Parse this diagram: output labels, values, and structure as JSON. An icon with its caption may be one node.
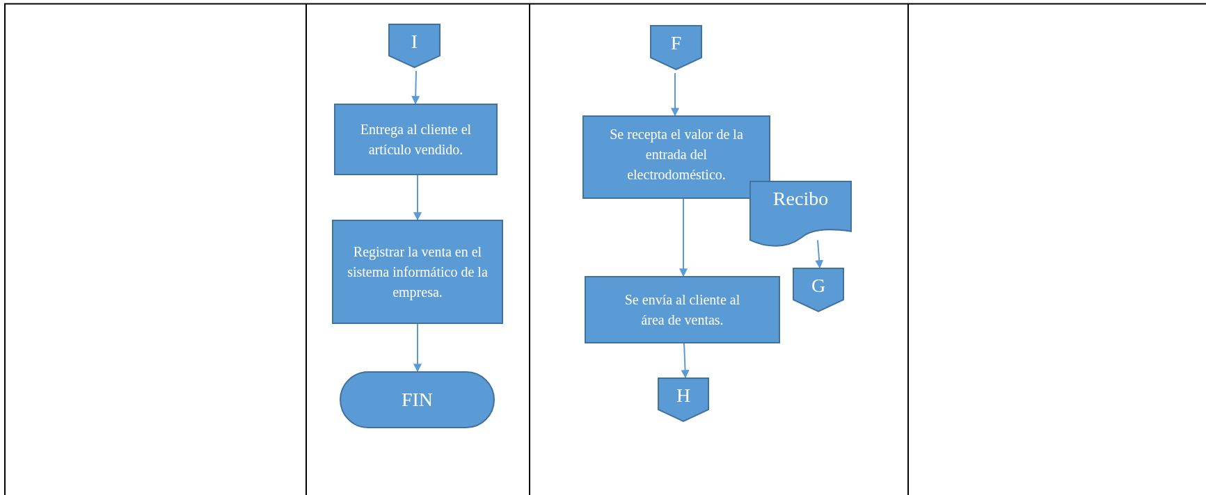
{
  "diagram": {
    "nodes": [
      {
        "text": [
          "I"
        ]
      },
      {
        "text": [
          "Entrega al cliente el artículo vendido."
        ]
      },
      {
        "text": [
          "Registrar la venta en el sistema informático de la empresa."
        ]
      },
      {
        "text": [
          "FIN"
        ]
      },
      {
        "text": [
          "F"
        ]
      },
      {
        "text": [
          "Se recepta el valor de la entrada del electrodoméstico."
        ]
      },
      {
        "text": [
          "Recibo"
        ]
      },
      {
        "text": [
          "Se envía al cliente al área de ventas."
        ]
      },
      {
        "text": [
          "G"
        ]
      },
      {
        "text": [
          "H"
        ]
      }
    ],
    "edges": [
      {
        "from": 0,
        "to": 1,
        "arrow": "to"
      },
      {
        "from": 1,
        "to": 2,
        "arrow": "to"
      },
      {
        "from": 2,
        "to": 3,
        "arrow": "to"
      },
      {
        "from": 4,
        "to": 5,
        "arrow": "to"
      },
      {
        "from": 5,
        "to": 7,
        "arrow": "to"
      },
      {
        "from": 6,
        "to": 8,
        "arrow": "to"
      },
      {
        "from": 7,
        "to": 9,
        "arrow": "to"
      }
    ]
  }
}
